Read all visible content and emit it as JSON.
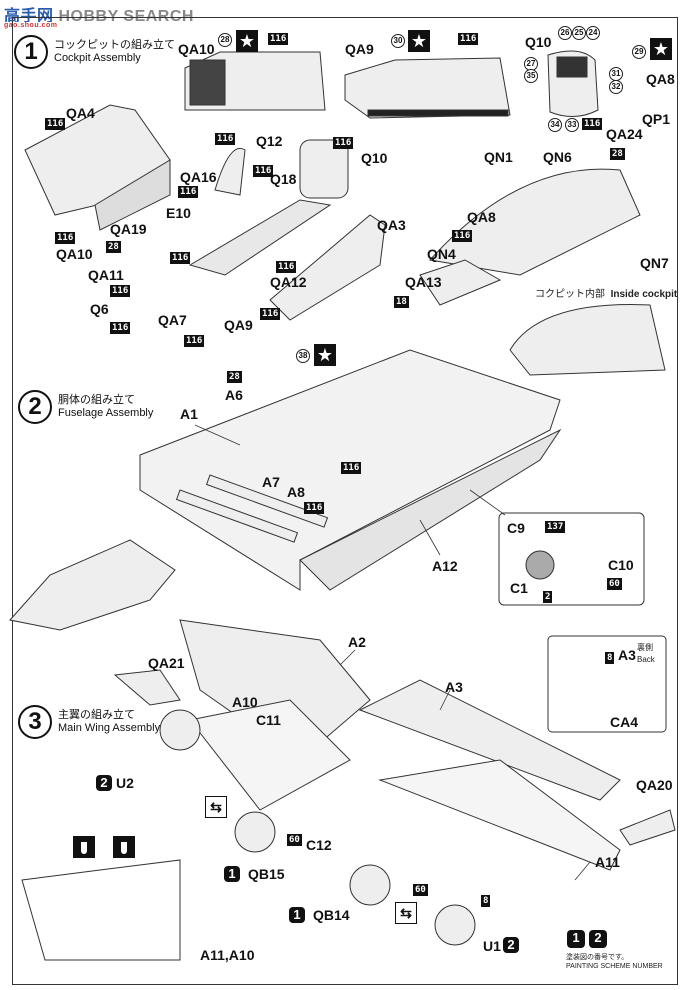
{
  "watermark": {
    "logo": "高手网",
    "text": "HOBBY SEARCH",
    "url": "gao.shou.com"
  },
  "steps": [
    {
      "number": "1",
      "title_jp": "コックピットの組み立て",
      "title_en": "Cockpit Assembly"
    },
    {
      "number": "2",
      "title_jp": "胴体の組み立て",
      "title_en": "Fuselage Assembly"
    },
    {
      "number": "3",
      "title_jp": "主翼の組み立て",
      "title_en": "Main Wing Assembly"
    }
  ],
  "decal_panels": {
    "qa10": {
      "part": "QA10",
      "decal": "28",
      "paint": "116"
    },
    "qa9": {
      "part": "QA9",
      "decal": "30",
      "paint": "116"
    },
    "q10": {
      "part": "Q10",
      "decals": [
        "26",
        "25",
        "24",
        "27",
        "31",
        "35",
        "32",
        "34",
        "33"
      ],
      "paint": "116"
    },
    "qa8": {
      "part": "QA8",
      "decal": "29"
    }
  },
  "step1_parts": {
    "QA4": "QA4",
    "QA10": "QA10",
    "QA19": "QA19",
    "QA11": "QA11",
    "Q6": "Q6",
    "E10": "E10",
    "QA16": "QA16",
    "Q12": "Q12",
    "Q18": "Q18",
    "Q10": "Q10",
    "QA3": "QA3",
    "QA12": "QA12",
    "QA7": "QA7",
    "QA9": "QA9",
    "QN1": "QN1",
    "QN6": "QN6",
    "QA8": "QA8",
    "QN4": "QN4",
    "QA13": "QA13",
    "QA24": "QA24",
    "QP1": "QP1",
    "QN7": "QN7"
  },
  "paint_codes": {
    "c116": "116",
    "c28": "28",
    "c18": "18",
    "c137": "137",
    "c2": "2",
    "c60": "60",
    "c8": "8"
  },
  "inside_cockpit": {
    "jp": "コクピット内部",
    "en": "Inside cockpit"
  },
  "step2_parts": {
    "A6": "A6",
    "A1": "A1",
    "A7": "A7",
    "A8": "A8",
    "A12": "A12",
    "C9": "C9",
    "C1": "C1",
    "C10": "C10",
    "decal38": "38"
  },
  "step3_parts": {
    "QA21": "QA21",
    "A2": "A2",
    "A10": "A10",
    "C11": "C11",
    "A3": "A3",
    "CA4": "CA4",
    "QA20": "QA20",
    "U2": "U2",
    "QB15": "QB15",
    "C12": "C12",
    "QB14": "QB14",
    "A11": "A11",
    "U1": "U1",
    "A11A10": "A11,A10"
  },
  "a3_back": {
    "part": "A3",
    "jp": "裏側",
    "en": "Back"
  },
  "scheme": {
    "one": "1",
    "two": "2",
    "jp": "塗装図の番号です。",
    "en": "PAINTING SCHEME NUMBER"
  },
  "icons": {
    "star": "★",
    "swap": "⇆"
  }
}
